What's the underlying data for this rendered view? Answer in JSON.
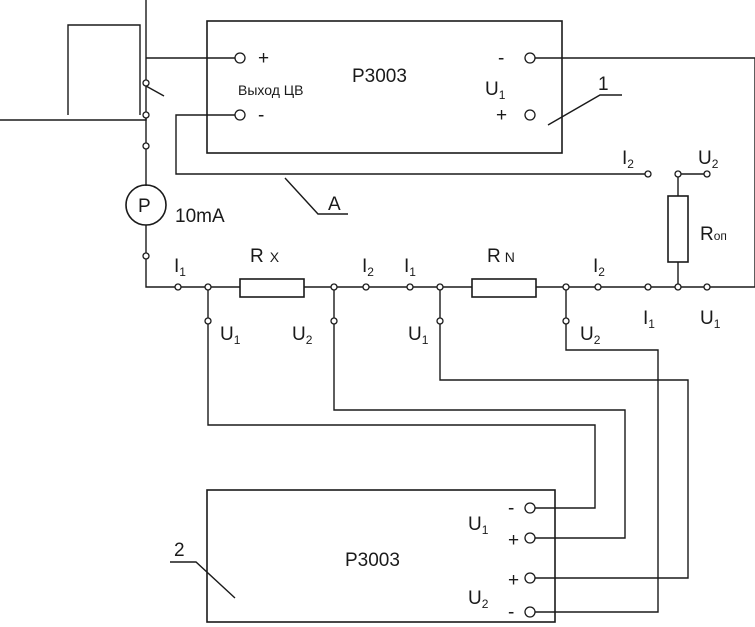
{
  "device_top": {
    "model": "Р3003",
    "plus": "+",
    "minus": "-",
    "output_label": "Выход ЦВ",
    "u_label": "U",
    "u_sub": "1",
    "u_minus": "-",
    "u_plus": "+"
  },
  "device_bottom": {
    "model": "Р3003",
    "u1_label": "U",
    "u1_sub": "1",
    "u1_minus": "-",
    "u1_plus": "+",
    "u2_label": "U",
    "u2_sub": "2",
    "u2_plus": "+",
    "u2_minus": "-"
  },
  "callouts": {
    "one": "1",
    "two": "2",
    "a": "A"
  },
  "meter": {
    "symbol": "P",
    "range": "10mA"
  },
  "resistors": {
    "rx": {
      "main": "R",
      "sub": "X"
    },
    "rn": {
      "main": "R",
      "sub": "N"
    },
    "rop": {
      "main": "R",
      "sub": "оп"
    }
  },
  "terminals": {
    "i": "I",
    "u": "U",
    "s1": "1",
    "s2": "2"
  }
}
